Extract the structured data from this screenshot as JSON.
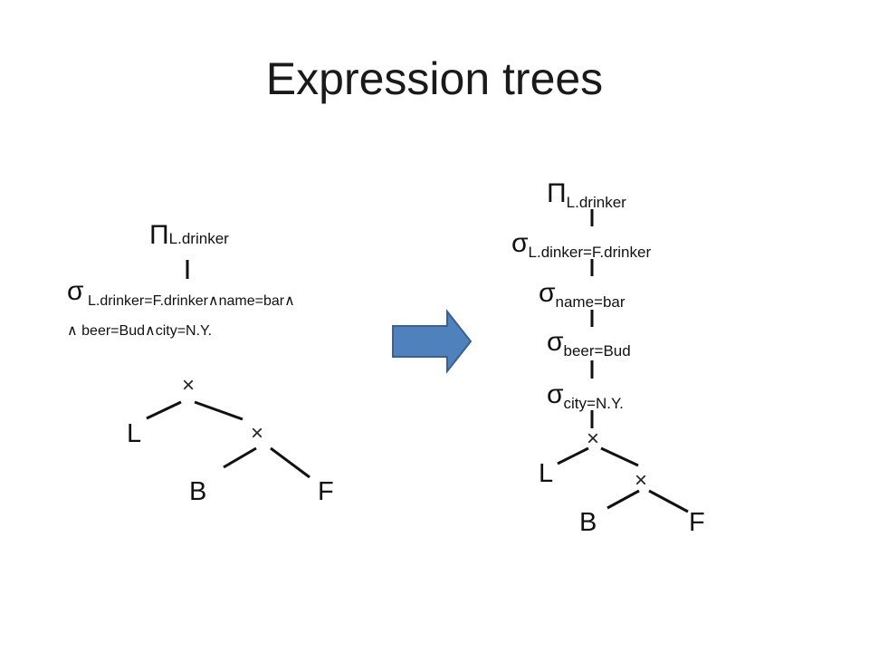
{
  "title": "Expression trees",
  "left_tree": {
    "project_symbol": "Π",
    "project_sub": "L.drinker",
    "select_symbol": "σ",
    "select_sub_line1": "L.drinker=F.drinker∧name=bar∧",
    "select_sub_line2": "∧ beer=Bud∧city=N.Y.",
    "join_top": "×",
    "join_bottom": "×",
    "leaf_l": "L",
    "leaf_b": "B",
    "leaf_f": "F"
  },
  "arrow": {
    "color": "#4f81bd",
    "border": "#3a6291"
  },
  "right_tree": {
    "project_symbol": "Π",
    "project_sub": "L.drinker",
    "select1_symbol": "σ",
    "select1_sub": "L.dinker=F.drinker",
    "select2_symbol": "σ",
    "select2_sub": "name=bar",
    "select3_symbol": "σ",
    "select3_sub": "beer=Bud",
    "select4_symbol": "σ",
    "select4_sub": "city=N.Y.",
    "join_top": "×",
    "join_bottom": "×",
    "leaf_l": "L",
    "leaf_b": "B",
    "leaf_f": "F"
  }
}
